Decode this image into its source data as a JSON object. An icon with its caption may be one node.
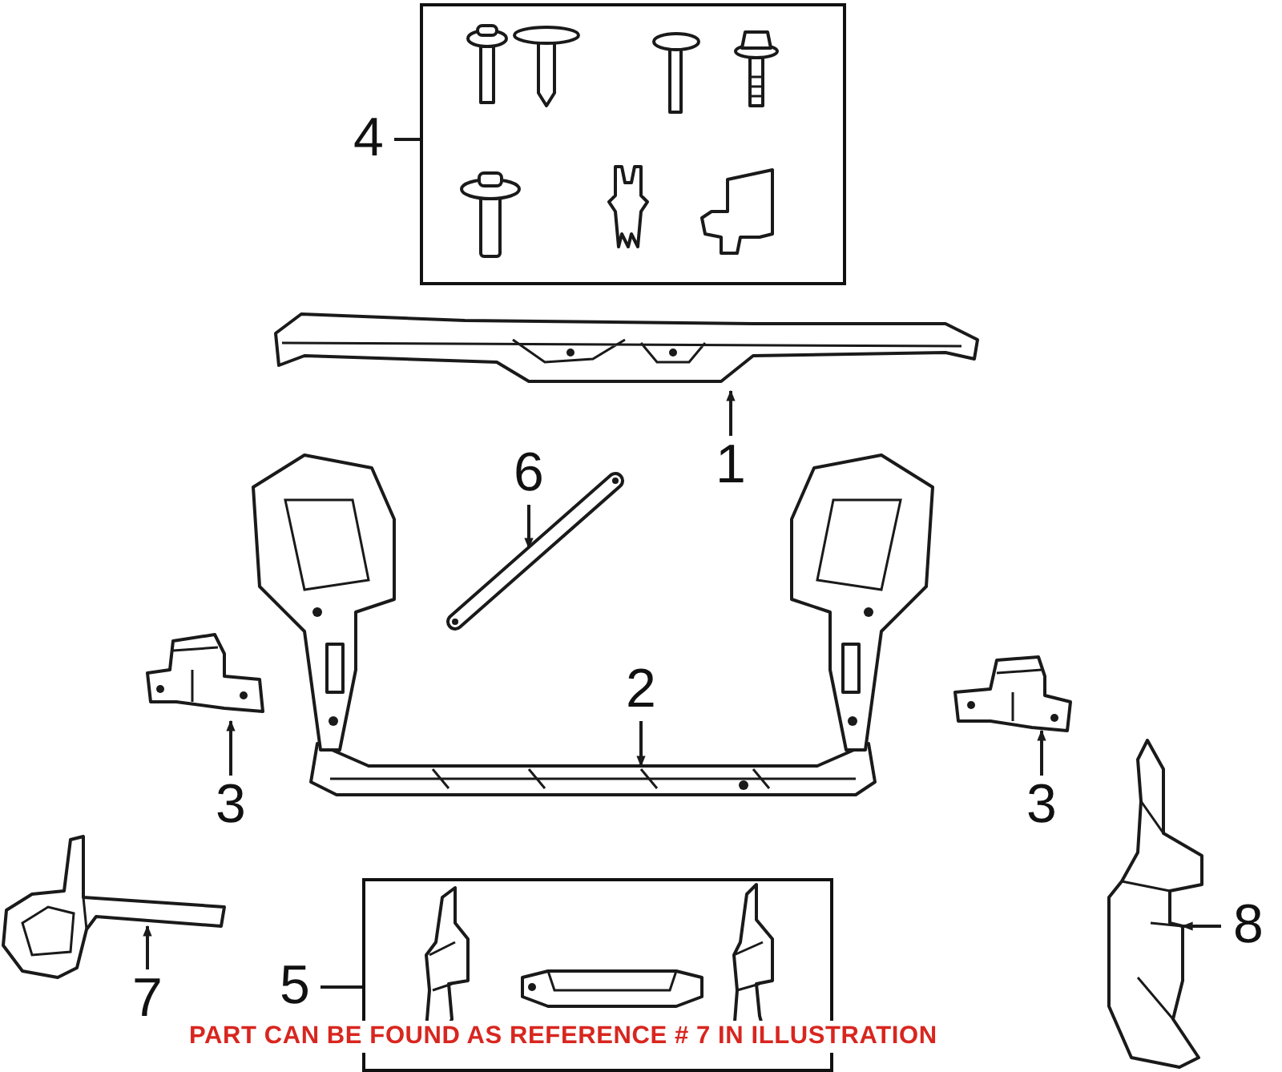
{
  "diagram": {
    "nodes": [
      {
        "text": [
          "4"
        ]
      },
      {
        "text": [],
        "shape": "box"
      },
      {
        "text": [],
        "shape": "picture"
      },
      {
        "text": [
          "1"
        ]
      },
      {
        "text": [
          "6"
        ]
      },
      {
        "text": [],
        "shape": "picture"
      },
      {
        "text": [],
        "shape": "picture"
      },
      {
        "text": [
          "2"
        ]
      },
      {
        "text": [],
        "shape": "picture"
      },
      {
        "text": [
          "3"
        ]
      },
      {
        "text": [],
        "shape": "picture"
      },
      {
        "text": [
          "3"
        ]
      },
      {
        "text": [],
        "shape": "picture"
      },
      {
        "text": [
          "7"
        ]
      },
      {
        "text": [
          "5"
        ]
      },
      {
        "text": [],
        "shape": "box"
      },
      {
        "text": [],
        "shape": "picture"
      },
      {
        "text": [
          "8"
        ]
      }
    ],
    "edges": [
      {
        "from": 0,
        "to": 1,
        "arrow": "none"
      },
      {
        "from": 3,
        "to": 2,
        "arrow": "to"
      },
      {
        "from": 4,
        "to": 5,
        "arrow": "to"
      },
      {
        "from": 7,
        "to": 6,
        "arrow": "to"
      },
      {
        "from": 9,
        "to": 8,
        "arrow": "to"
      },
      {
        "from": 11,
        "to": 10,
        "arrow": "to"
      },
      {
        "from": 13,
        "to": 12,
        "arrow": "to"
      },
      {
        "from": 14,
        "to": 15,
        "arrow": "none"
      },
      {
        "from": 17,
        "to": 16,
        "arrow": "to"
      }
    ],
    "labels": [
      "PART CAN BE FOUND AS REFERENCE # 7 IN ILLUSTRATION"
    ]
  }
}
